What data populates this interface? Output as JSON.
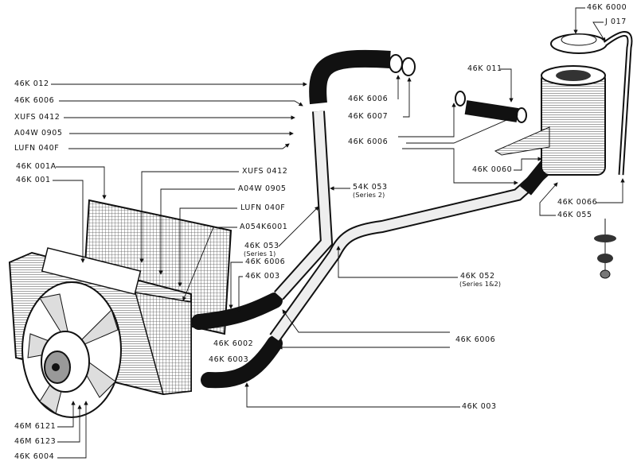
{
  "labels": {
    "l_46k012": "46K 012",
    "l_46k6006_a": "46K 6006",
    "l_xufs_a": "XUFS 0412",
    "l_a04w_a": "A04W 0905",
    "l_lufn_a": "LUFN 040F",
    "l_46k001a": "46K 001A",
    "l_46k001": "46K 001",
    "l_xufs_b": "XUFS 0412",
    "l_a04w_b": "A04W 0905",
    "l_lufn_b": "LUFN 040F",
    "l_a054k": "A054K6001",
    "l_46k053": "46K 053",
    "l_46k053_sub": "(Series 1)",
    "l_46k6006_b": "46K 6006",
    "l_46k003_a": "46K 003",
    "l_46k6002": "46K 6002",
    "l_46k6003": "46K 6003",
    "l_54k053": "54K 053",
    "l_54k053_sub": "(Series 2)",
    "l_46k052": "46K 052",
    "l_46k052_sub": "(Series 1&2)",
    "l_46k6006_c": "46K 6006",
    "l_46k003_b": "46K 003",
    "l_46m6121": "46M 6121",
    "l_46m6123": "46M 6123",
    "l_46k6004": "46K 6004",
    "l_46k6006_d": "46K 6006",
    "l_46k6007": "46K 6007",
    "l_46k011": "46K 011",
    "l_46k6006_e": "46K 6006",
    "l_46k0060": "46K 0060",
    "l_46k0066": "46K 0066",
    "l_46k055": "46K 055",
    "l_46k6000": "46K 6000",
    "l_j017": "J 017"
  }
}
